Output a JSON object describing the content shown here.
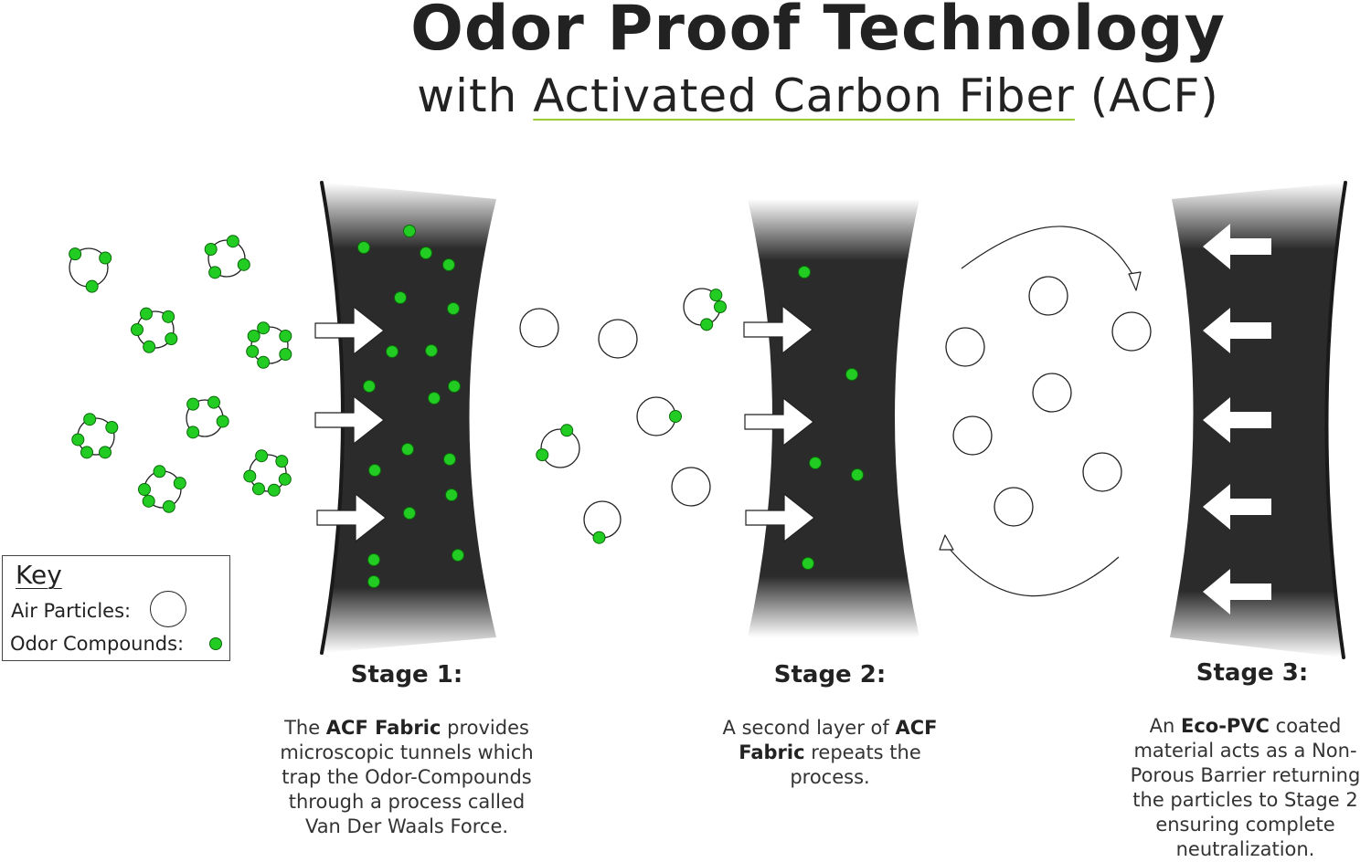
{
  "header": {
    "title": "Odor Proof Technology",
    "subtitle_prefix": "with ",
    "subtitle_highlight": "Activated Carbon Fiber",
    "subtitle_suffix": " (ACF)"
  },
  "stages": [
    {
      "title": "Stage 1:",
      "lines": [
        [
          "The ",
          "<b>ACF Fabric</b>",
          " provides"
        ],
        [
          "microscopic tunnels which"
        ],
        [
          "trap the Odor-Compounds"
        ],
        [
          "through a process called"
        ],
        [
          "Van Der Waals Force."
        ]
      ]
    },
    {
      "title": "Stage 2:",
      "lines": [
        [
          "A second layer of ",
          "<b>ACF</b>"
        ],
        [
          "<b>Fabric</b>",
          " repeats the"
        ],
        [
          "process."
        ]
      ]
    },
    {
      "title": "Stage 3:",
      "lines": [
        [
          "An ",
          "<b>Eco-PVC</b>",
          " coated"
        ],
        [
          "material acts as a Non-"
        ],
        [
          "Porous Barrier returning"
        ],
        [
          "the particles to Stage 2"
        ],
        [
          "ensuring complete"
        ],
        [
          "neutralization."
        ]
      ]
    }
  ],
  "key": {
    "title": "Key",
    "air_label": "Air Particles:",
    "odor_label": "Odor Compounds:"
  },
  "colors": {
    "odor_green": "#22cc22",
    "fabric_dark": "#2b2b2b",
    "underline_accent": "#9acd32"
  }
}
